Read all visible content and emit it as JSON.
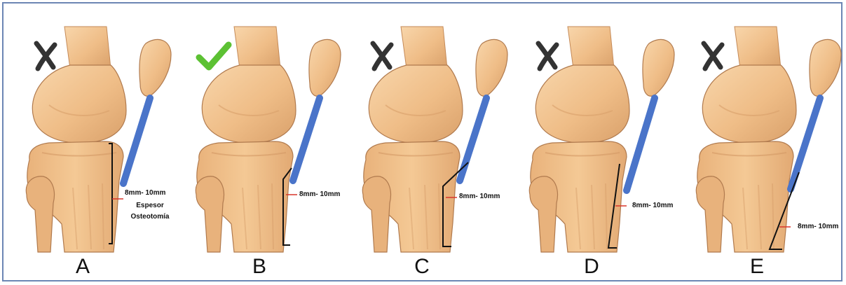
{
  "figure": {
    "colors": {
      "bone": "#f1c08e",
      "bone_shadow": "#d49a66",
      "bone_outline": "#b07a4e",
      "tendon": "#4a74c9",
      "cut_line": "#111111",
      "measure_mark": "#d9362b",
      "check": "#5cc133",
      "cross": "#333333",
      "frame": "#6c86b4"
    },
    "panels": [
      {
        "letter": "A",
        "verdict": "cross-icon",
        "measure": "8mm- 10mm",
        "note_line1": "Espesor",
        "note_line2": "Osteotomía"
      },
      {
        "letter": "B",
        "verdict": "check-icon",
        "measure": "8mm- 10mm"
      },
      {
        "letter": "C",
        "verdict": "cross-icon",
        "measure": "8mm- 10mm"
      },
      {
        "letter": "D",
        "verdict": "cross-icon",
        "measure": "8mm- 10mm"
      },
      {
        "letter": "E",
        "verdict": "cross-icon",
        "measure": "8mm- 10mm"
      }
    ]
  }
}
